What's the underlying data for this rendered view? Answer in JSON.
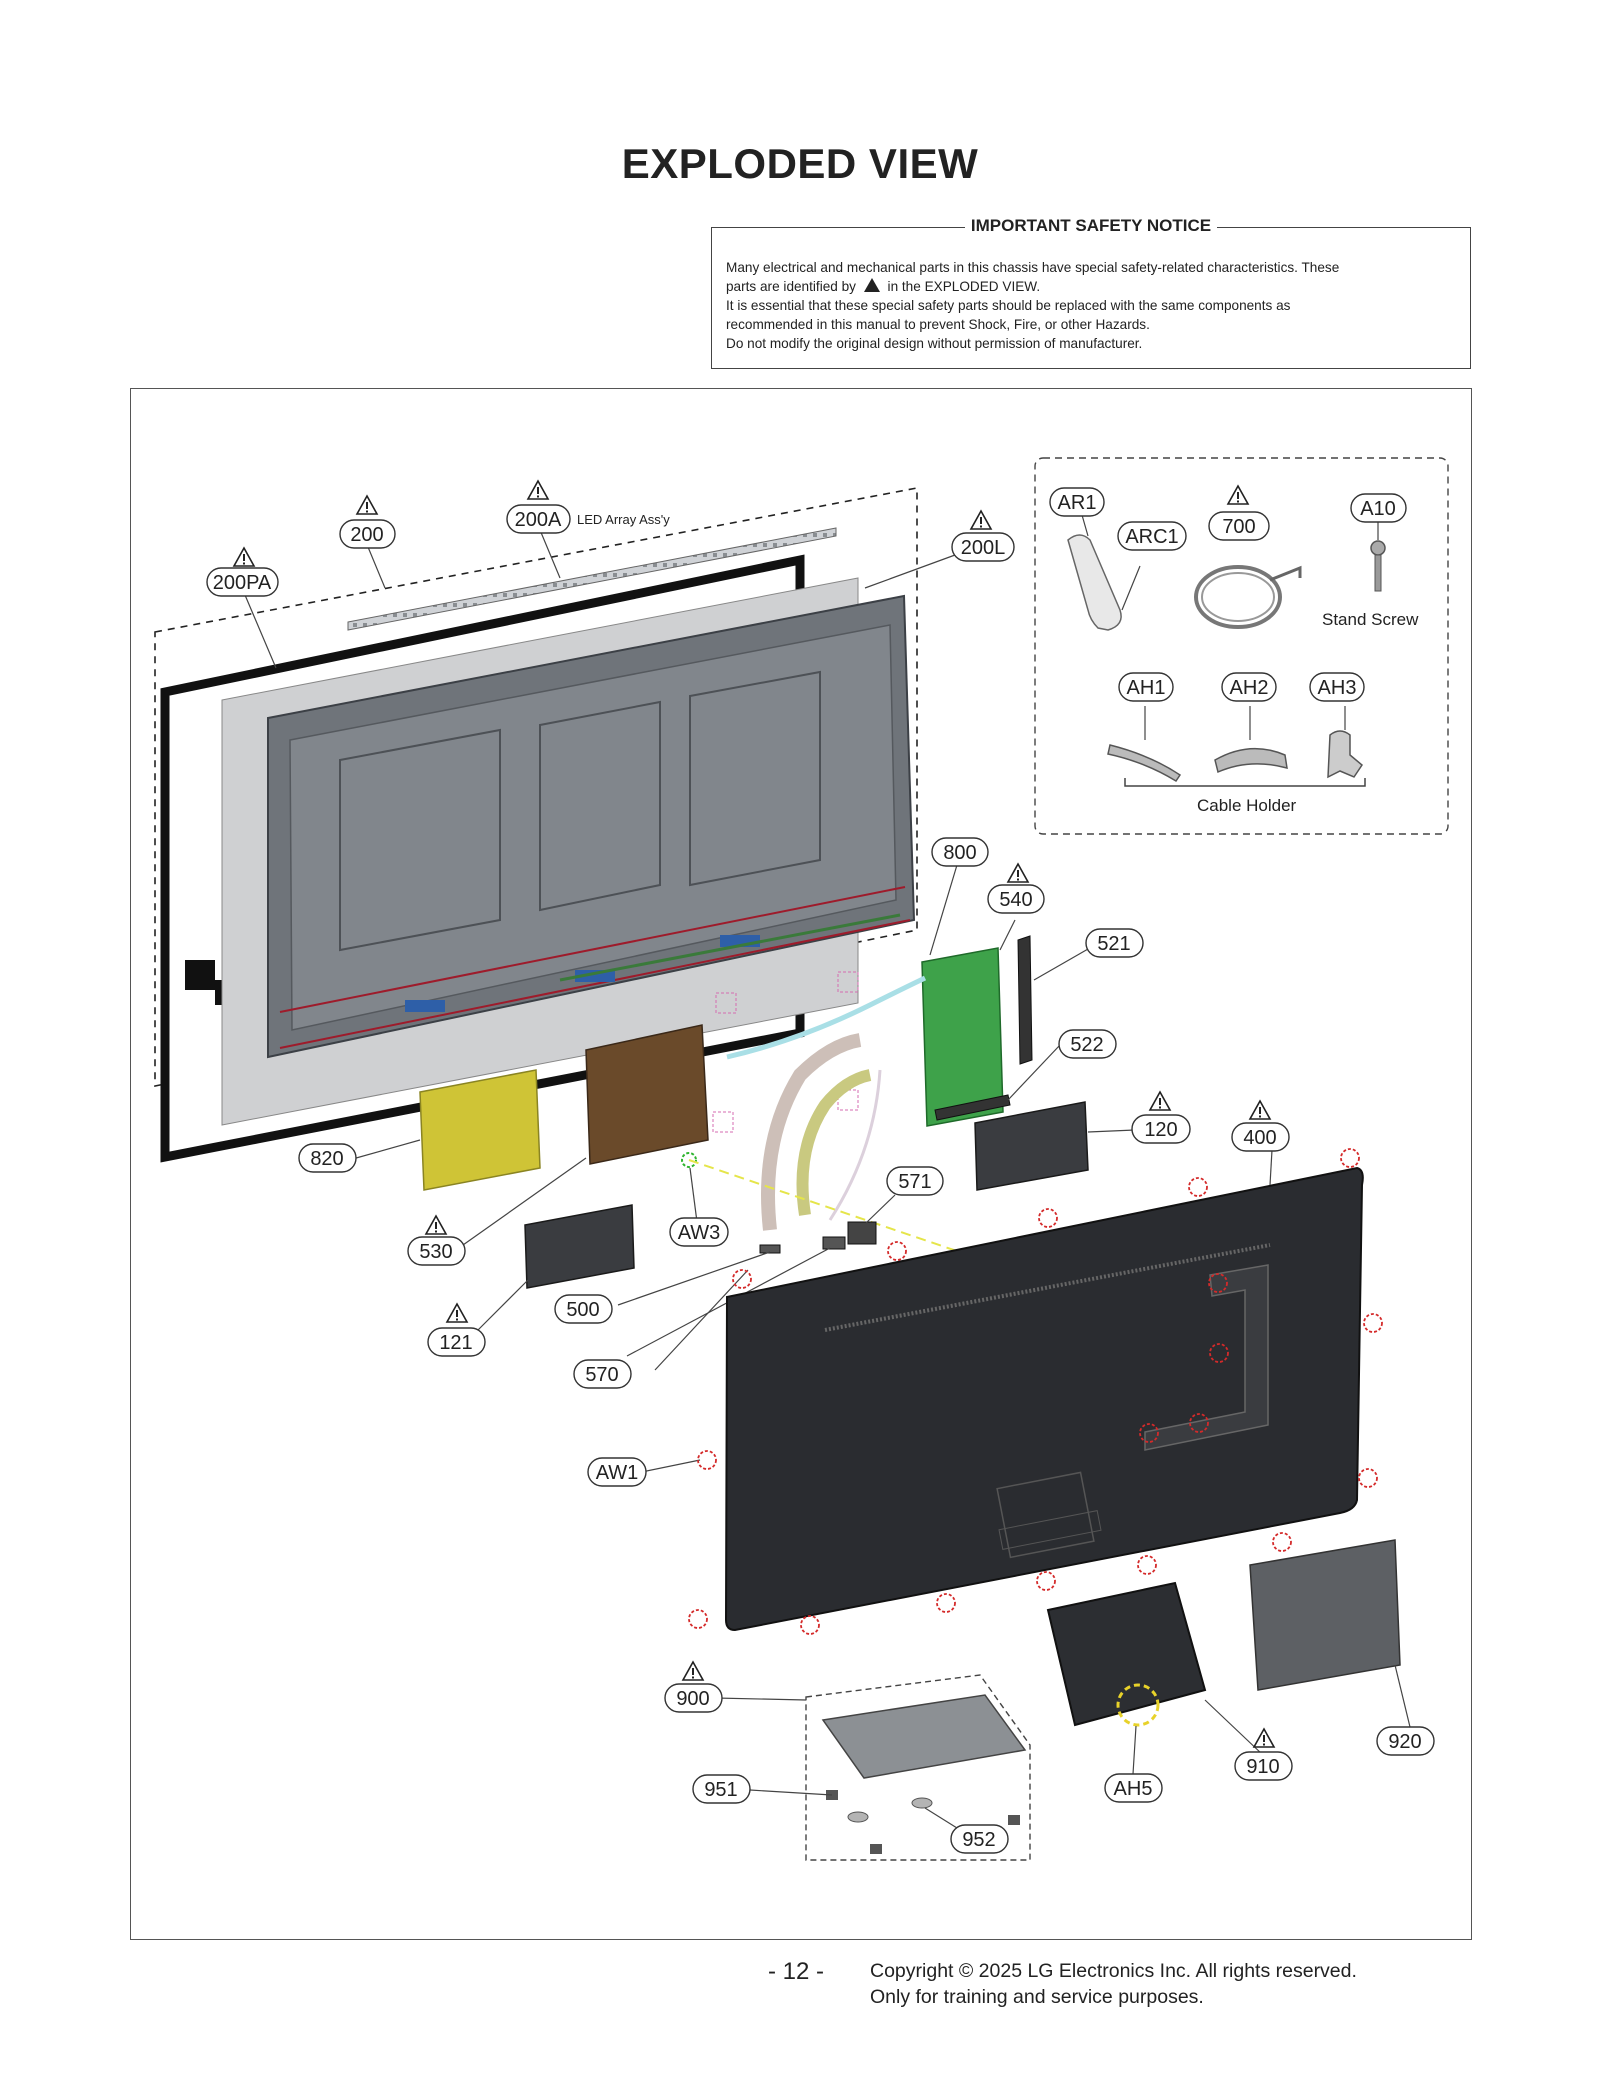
{
  "page_title": "EXPLODED VIEW",
  "notice": {
    "heading": "IMPORTANT SAFETY NOTICE",
    "line1": "Many electrical and mechanical parts in this chassis have special safety-related characteristics. These",
    "line2a": "parts are identified by",
    "line2b": "in the EXPLODED VIEW.",
    "line3": "It is essential that these special safety parts should be replaced with the same components as",
    "line4": "recommended in this manual to prevent Shock, Fire, or other Hazards.",
    "line5": "Do not modify the original design without permission of manufacturer."
  },
  "callouts": {
    "c200PA": "200PA",
    "c200": "200",
    "c200A": "200A",
    "c200L": "200L",
    "led_array": "LED Array Ass'y",
    "cAR1": "AR1",
    "cARC1": "ARC1",
    "c700": "700",
    "cA10": "A10",
    "stand_screw": "Stand Screw",
    "cAH1": "AH1",
    "cAH2": "AH2",
    "cAH3": "AH3",
    "cable_holder": "Cable Holder",
    "c800": "800",
    "c540": "540",
    "c521": "521",
    "c522": "522",
    "c120": "120",
    "c400": "400",
    "c820": "820",
    "c530": "530",
    "cAW3": "AW3",
    "c571": "571",
    "c121": "121",
    "c500": "500",
    "c570": "570",
    "cAW1": "AW1",
    "c900": "900",
    "c951": "951",
    "c952": "952",
    "cAH5": "AH5",
    "c910": "910",
    "c920": "920"
  },
  "footer": {
    "page_number": "- 12 -",
    "copyright": "Copyright © 2025 LG Electronics Inc. All rights reserved.",
    "purpose": "Only for training and service purposes."
  }
}
